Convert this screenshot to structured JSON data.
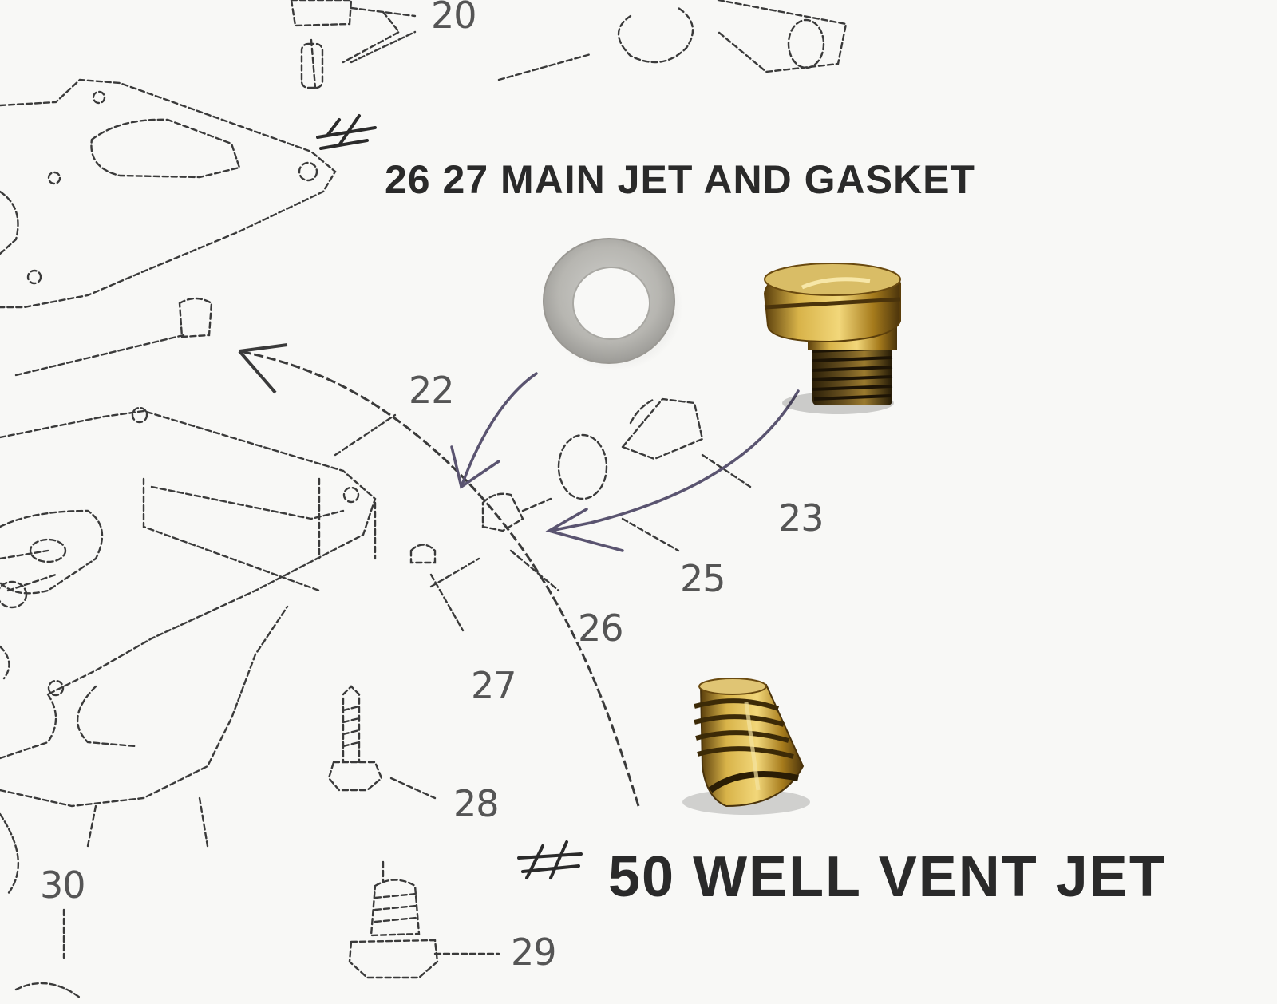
{
  "captions": {
    "main_jet": "26 27 MAIN JET AND GASKET",
    "well_vent": "50  WELL VENT JET"
  },
  "part_numbers": {
    "n20": "20",
    "n22": "22",
    "n23": "23",
    "n25": "25",
    "n26": "26",
    "n27": "27",
    "n28": "28",
    "n29": "29",
    "n30": "30"
  },
  "colors": {
    "paper": "#f8f8f6",
    "ink": "#3a3a3a",
    "pen": "#5a5470",
    "brass": "#b08a2a",
    "gasket": "#b9b8b4"
  }
}
